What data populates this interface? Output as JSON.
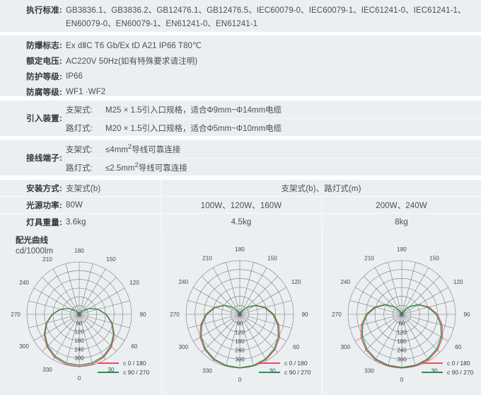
{
  "meta": {
    "bg": "#ffffff",
    "panel_bg": "#eceff1",
    "text": "#4a4e53",
    "label_text": "#33373b"
  },
  "spec_blocks": [
    {
      "id": "standards",
      "rows": [
        {
          "label": "执行标准:",
          "value_lines": [
            "GB3836.1、GB3836.2、GB12476.1、GB12476.5、IEC60079-0、IEC60079-1、IEC61241-0、IEC61241-1、",
            "EN60079-0、EN60079-1、EN61241-0、EN61241-1"
          ]
        }
      ]
    },
    {
      "id": "ratings",
      "rows": [
        {
          "label": "防爆标志:",
          "value": "Ex dⅡC T6 Gb/Ex tD A21 IP66 T80℃"
        },
        {
          "label": "额定电压:",
          "value": "AC220V  50Hz(如有特殊要求请注明)"
        },
        {
          "label": "防护等级:",
          "value": "IP66"
        },
        {
          "label": "防腐等级:",
          "value": "WF1  ·WF2"
        }
      ]
    },
    {
      "id": "entry-device",
      "label": "引入装置:",
      "subrows": [
        {
          "key": "支架式:",
          "value": "M25 × 1.5引入口规格，适合Φ9mm~Φ14mm电缆"
        },
        {
          "key": "路灯式:",
          "value": "M20 × 1.5引入口规格，适合Φ5mm~Φ10mm电缆"
        }
      ]
    },
    {
      "id": "terminal",
      "label": "接线端子:",
      "subrows": [
        {
          "key": "支架式:",
          "value_pre": "≤4mm",
          "value_sup": "2",
          "value_post": "导线可靠连接"
        },
        {
          "key": "路灯式:",
          "value_pre": "≤2.5mm",
          "value_sup": "2",
          "value_post": "导线可靠连接"
        }
      ]
    }
  ],
  "grid": {
    "rows": [
      {
        "id": "mounting",
        "label": "安装方式:",
        "c1": "支架式(b)",
        "merged": "支架式(b)、路灯式(m)",
        "is_merged": true
      },
      {
        "id": "power",
        "label": "光源功率:",
        "c1": "80W",
        "c2": "100W、120W、160W",
        "c3": "200W、240W",
        "is_merged": false
      },
      {
        "id": "weight",
        "label": "灯具重量:",
        "c1": "3.6kg",
        "c2": "4.5kg",
        "c3": "8kg",
        "is_merged": false
      }
    ]
  },
  "photometric": {
    "title": "配光曲线",
    "subtitle": "cd/1000lm",
    "legend": [
      {
        "name": "c 0 / 180",
        "color": "#e8505a"
      },
      {
        "name": "c 90 / 270",
        "color": "#1a9850"
      }
    ],
    "angle_labels": [
      "180",
      "150",
      "120",
      "90",
      "60",
      "30",
      "0",
      "330",
      "300",
      "270",
      "240",
      "210"
    ],
    "radial_labels": [
      "0",
      "60",
      "120",
      "180",
      "240",
      "300"
    ],
    "charts": [
      {
        "id": "chart-80w",
        "rx": 0.62,
        "ry": 0.72,
        "rx2": 0.6,
        "ry2": 0.7
      },
      {
        "id": "chart-160w",
        "rx": 0.74,
        "ry": 0.8,
        "rx2": 0.72,
        "ry2": 0.79
      },
      {
        "id": "chart-240w",
        "rx": 0.78,
        "ry": 0.8,
        "rx2": 0.75,
        "ry2": 0.79
      }
    ]
  },
  "chart_data": {
    "type": "line",
    "title": "配光曲线",
    "subtitle": "cd/1000lm",
    "unit": "cd/1000lm",
    "polar": true,
    "angle_ticks": [
      0,
      30,
      60,
      90,
      120,
      150,
      180,
      210,
      240,
      270,
      300,
      330
    ],
    "radial_ticks": [
      0,
      60,
      120,
      180,
      240,
      300
    ],
    "rlim": [
      0,
      300
    ],
    "grid": true,
    "legend_position": "bottom-right",
    "panels": [
      {
        "name": "80W",
        "series": [
          {
            "name": "c 0 / 180",
            "color": "#e8505a",
            "angles": [
              0,
              15,
              30,
              45,
              60,
              75,
              90,
              105,
              120,
              135,
              150,
              165,
              180,
              195,
              210,
              225,
              240,
              255,
              270,
              285,
              300,
              315,
              330,
              345
            ],
            "values": [
              300,
              296,
              284,
              262,
              232,
              196,
              156,
              112,
              68,
              30,
              6,
              0,
              0,
              0,
              6,
              30,
              68,
              112,
              156,
              196,
              232,
              262,
              284,
              296
            ]
          },
          {
            "name": "c 90 / 270",
            "color": "#1a9850",
            "angles": [
              0,
              15,
              30,
              45,
              60,
              75,
              90,
              105,
              120,
              135,
              150,
              165,
              180,
              195,
              210,
              225,
              240,
              255,
              270,
              285,
              300,
              315,
              330,
              345
            ],
            "values": [
              292,
              288,
              277,
              256,
              227,
              192,
              153,
              110,
              67,
              29,
              6,
              0,
              0,
              0,
              6,
              29,
              67,
              110,
              153,
              192,
              227,
              256,
              277,
              288
            ]
          }
        ]
      },
      {
        "name": "100W、120W、160W",
        "series": [
          {
            "name": "c 0 / 180",
            "color": "#e8505a",
            "angles": [
              0,
              15,
              30,
              45,
              60,
              75,
              90,
              105,
              120,
              135,
              150,
              165,
              180,
              195,
              210,
              225,
              240,
              255,
              270,
              285,
              300,
              315,
              330,
              345
            ],
            "values": [
              300,
              298,
              292,
              278,
              256,
              226,
              190,
              148,
              102,
              56,
              18,
              2,
              0,
              2,
              18,
              56,
              102,
              148,
              190,
              226,
              256,
              278,
              292,
              298
            ]
          },
          {
            "name": "c 90 / 270",
            "color": "#1a9850",
            "angles": [
              0,
              15,
              30,
              45,
              60,
              75,
              90,
              105,
              120,
              135,
              150,
              165,
              180,
              195,
              210,
              225,
              240,
              255,
              270,
              285,
              300,
              315,
              330,
              345
            ],
            "values": [
              298,
              295,
              288,
              272,
              249,
              219,
              184,
              143,
              99,
              54,
              17,
              2,
              0,
              2,
              17,
              54,
              99,
              143,
              184,
              219,
              249,
              272,
              288,
              295
            ]
          }
        ]
      },
      {
        "name": "200W、240W",
        "series": [
          {
            "name": "c 0 / 180",
            "color": "#e8505a",
            "angles": [
              0,
              15,
              30,
              45,
              60,
              75,
              90,
              105,
              120,
              135,
              150,
              165,
              180,
              195,
              210,
              225,
              240,
              255,
              270,
              285,
              300,
              315,
              330,
              345
            ],
            "values": [
              300,
              299,
              294,
              282,
              262,
              234,
              199,
              157,
              110,
              61,
              20,
              2,
              0,
              2,
              20,
              61,
              110,
              157,
              199,
              234,
              262,
              282,
              294,
              299
            ]
          },
          {
            "name": "c 90 / 270",
            "color": "#1a9850",
            "angles": [
              0,
              15,
              30,
              45,
              60,
              75,
              90,
              105,
              120,
              135,
              150,
              165,
              180,
              195,
              210,
              225,
              240,
              255,
              270,
              285,
              300,
              315,
              330,
              345
            ],
            "values": [
              296,
              294,
              288,
              275,
              254,
              226,
              192,
              151,
              106,
              59,
              19,
              2,
              0,
              2,
              19,
              59,
              106,
              151,
              192,
              226,
              254,
              275,
              288,
              294
            ]
          }
        ]
      }
    ]
  }
}
